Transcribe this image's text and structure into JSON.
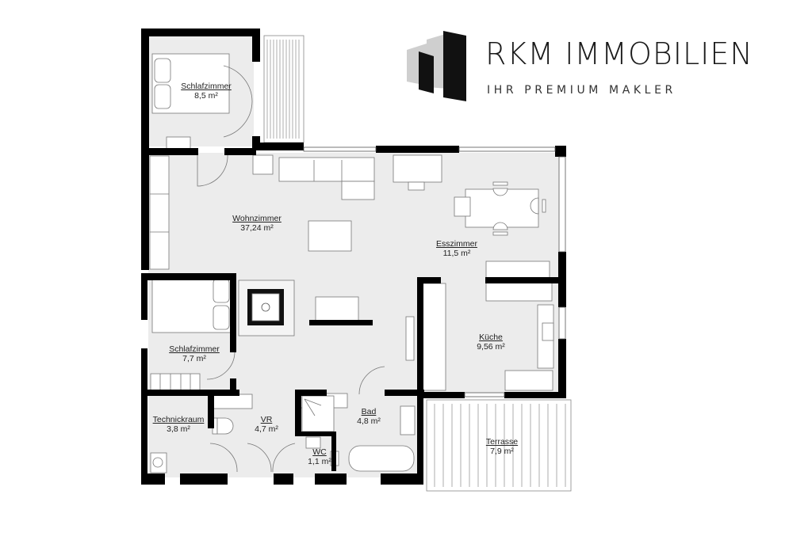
{
  "brand": {
    "name": "RKM IMMOBILIEN",
    "tagline": "IHR PREMIUM MAKLER",
    "colors": {
      "dark": "#111111",
      "light": "#cfcfcf"
    }
  },
  "floorplan": {
    "colors": {
      "wall": "#000000",
      "floor": "#ececec",
      "furniture": "#ffffff",
      "line": "#777777"
    },
    "rooms": [
      {
        "id": "schlafzimmer-1",
        "name": "Schlafzimmer",
        "area": "8,5 m²"
      },
      {
        "id": "wohnzimmer",
        "name": "Wohnzimmer",
        "area": "37,24 m²"
      },
      {
        "id": "esszimmer",
        "name": "Esszimmer",
        "area": "11,5 m²"
      },
      {
        "id": "schlafzimmer-2",
        "name": "Schlafzimmer",
        "area": "7,7 m²"
      },
      {
        "id": "kueche",
        "name": "Küche",
        "area": "9,56 m²"
      },
      {
        "id": "technikraum",
        "name": "Technickraum",
        "area": "3,8 m²"
      },
      {
        "id": "vr",
        "name": "VR",
        "area": "4,7 m²"
      },
      {
        "id": "bad",
        "name": "Bad",
        "area": "4,8 m²"
      },
      {
        "id": "wc",
        "name": "WC",
        "area": "1,1 m²"
      },
      {
        "id": "terrasse",
        "name": "Terrasse",
        "area": "7,9 m²"
      }
    ]
  }
}
